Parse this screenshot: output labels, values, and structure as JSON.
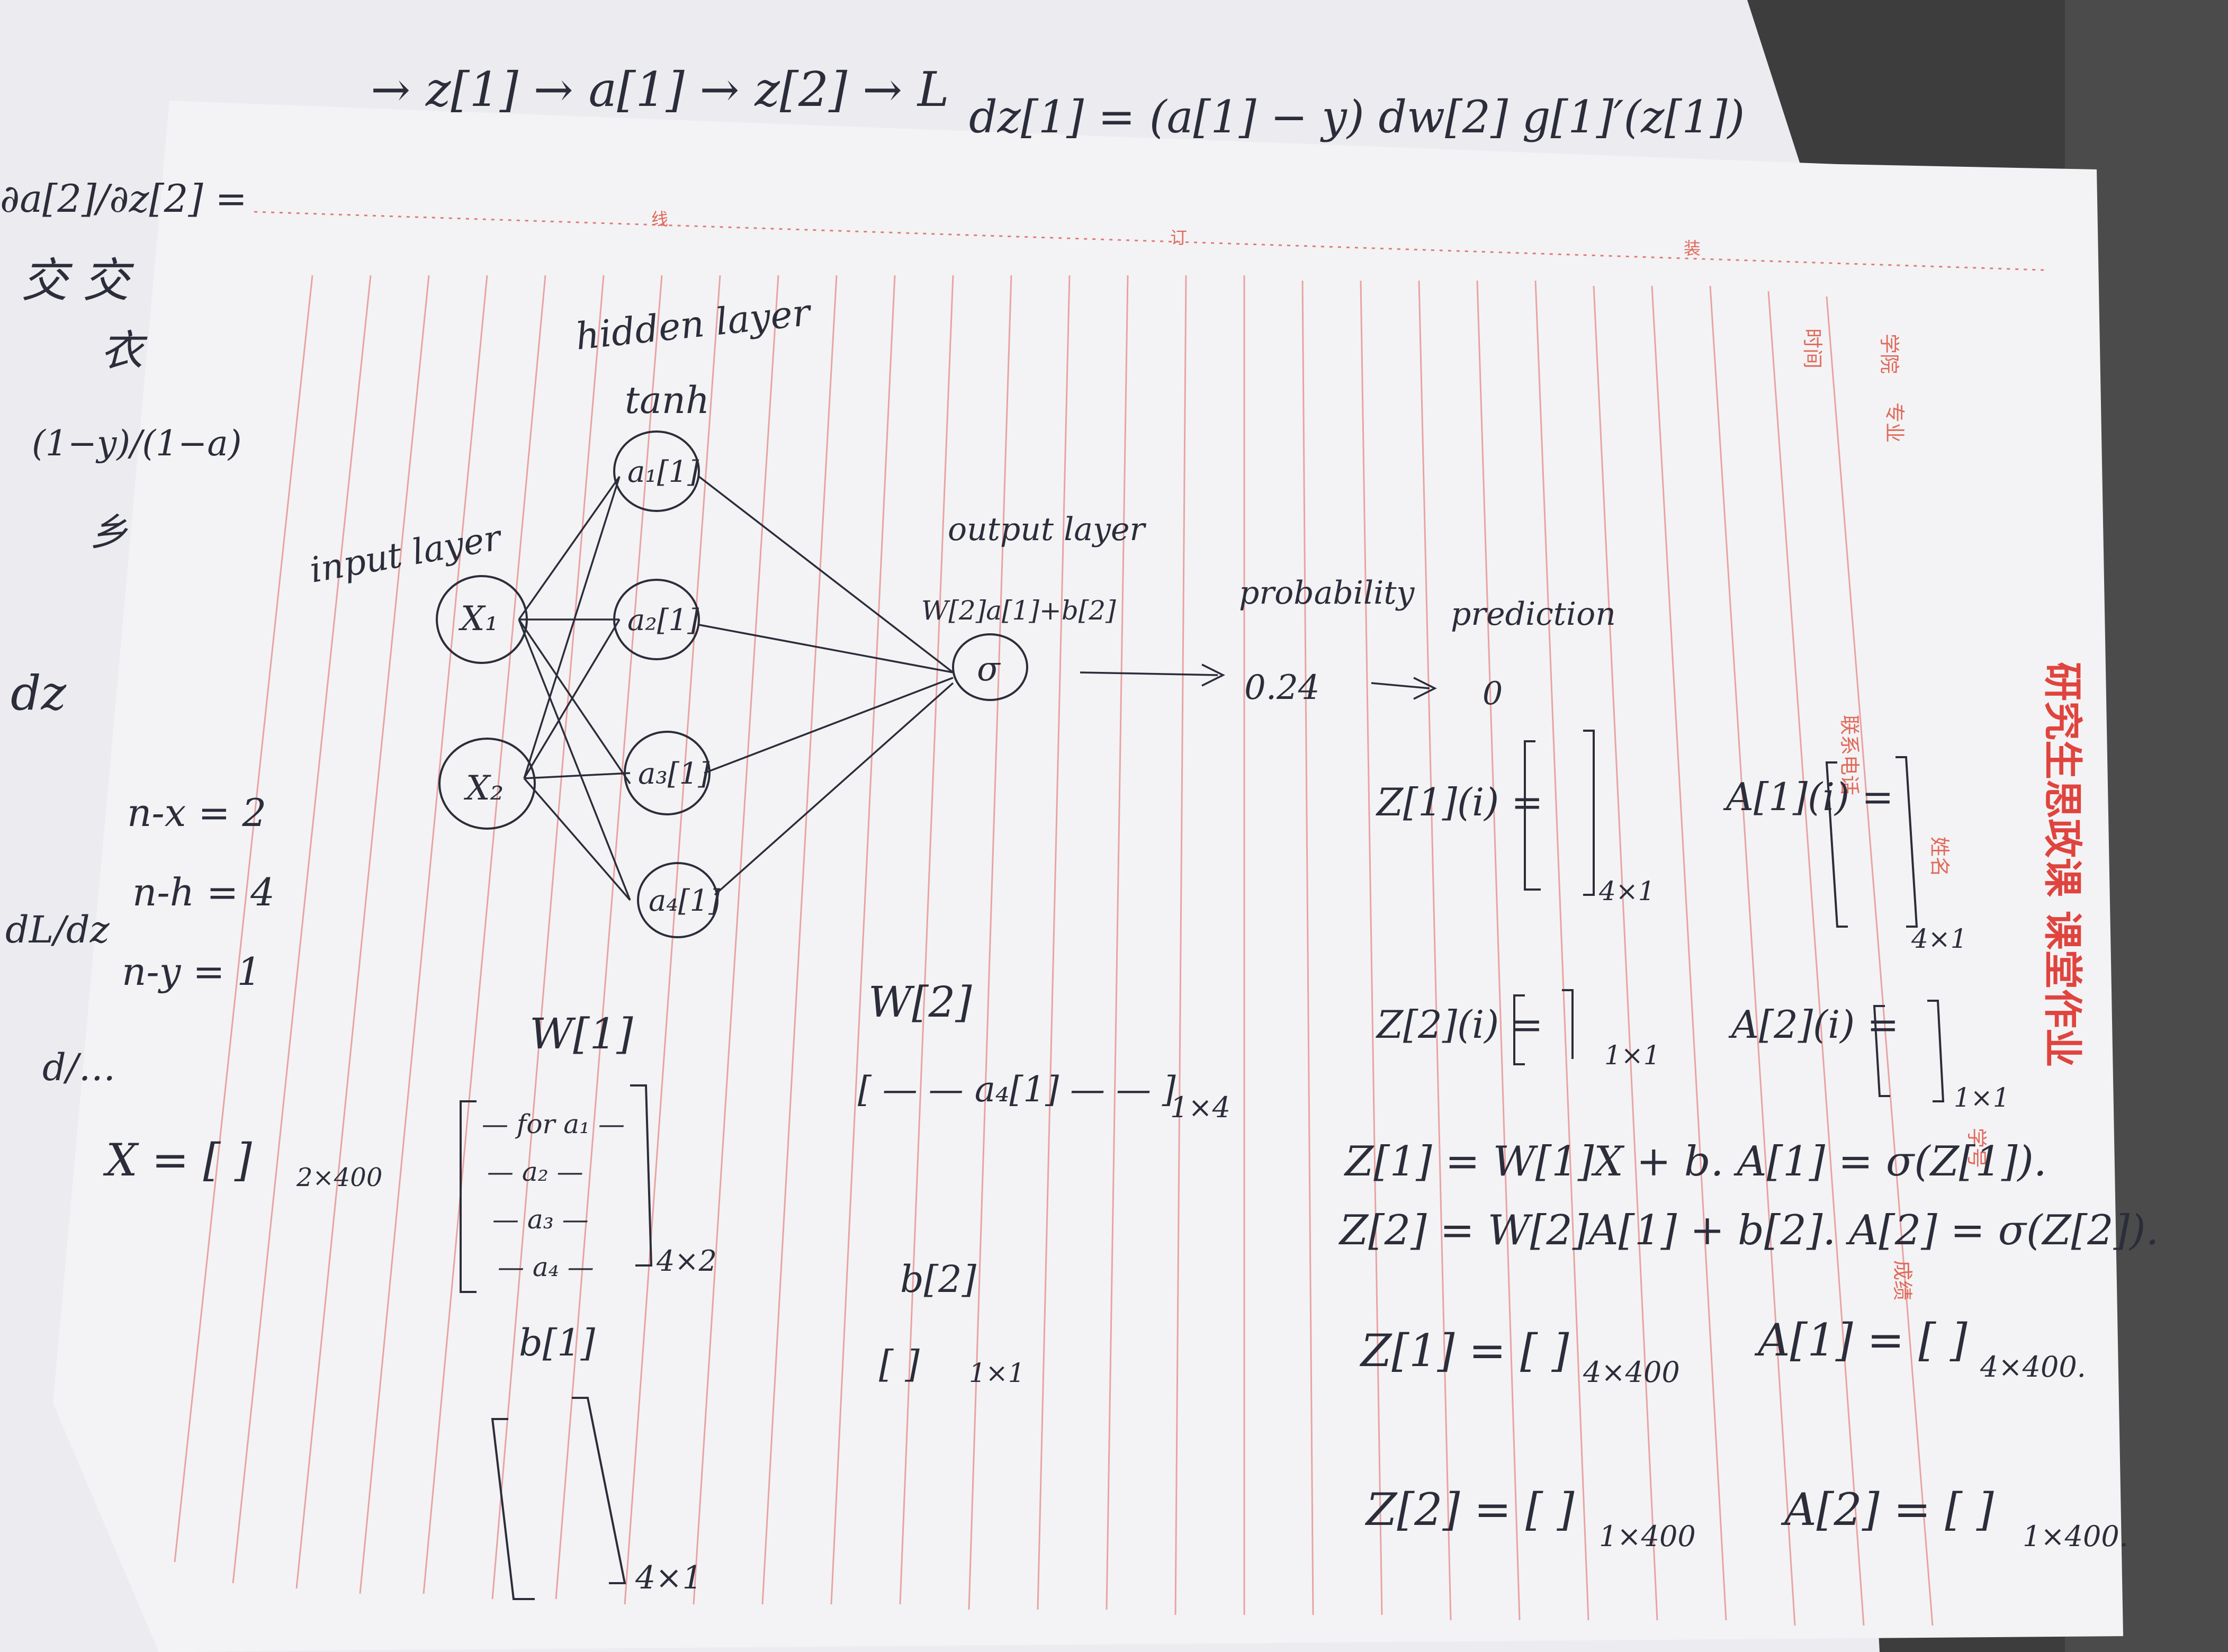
{
  "sheet_header": {
    "institution_lines": [
      "学院",
      "专业"
    ],
    "time_label": "时间",
    "name_label": "姓名",
    "phone_label": "联系电话",
    "student_id_label": "学号",
    "grade_label": "成绩",
    "title": "研究生思政课 课堂作业",
    "binding_marks": [
      "线",
      "订",
      "装"
    ]
  },
  "back_sheet": {
    "top_chain": "→ z[1] → a[1] → z[2] → L",
    "derivative": "dz[1] = (a[1] − y) dw[2] g[1]′(z[1])",
    "left_notes": [
      "∂a[2]/∂z[2] =",
      "交 交",
      "衣",
      "(1−y)/(1−a)",
      "乡",
      "dz",
      "dL/dz",
      "d/…"
    ]
  },
  "network": {
    "hidden_label": "hidden layer",
    "hidden_activation": "tanh",
    "input_label": "input layer",
    "output_label": "output layer",
    "output_formula": "W[2]a[1]+b[2]",
    "probability_label": "probability",
    "probability_value": "0.24",
    "prediction_label": "prediction",
    "prediction_value": "0",
    "inputs": [
      "X₁",
      "X₂"
    ],
    "hidden_units": [
      "a₁[1]",
      "a₂[1]",
      "a₃[1]",
      "a₄[1]"
    ],
    "output_unit": "σ"
  },
  "dims": {
    "nx": "n-x = 2",
    "nh": "n-h = 4",
    "ny": "n-y = 1",
    "X": "X = [        ]",
    "X_shape": "2×400"
  },
  "matrices": {
    "W1_label": "W[1]",
    "W1_rows": [
      "— for a₁ —",
      "— a₂ —",
      "— a₃ —",
      "— a₄ —"
    ],
    "W1_shape": "4×2",
    "b1_label": "b[1]",
    "b1_shape": "4×1",
    "W2_label": "W[2]",
    "W2_row": "[ — — a₄[1] — — ]",
    "W2_shape": "1×4",
    "b2_label": "b[2]",
    "b2_row": "[ ]",
    "b2_shape": "1×1"
  },
  "equations": {
    "z1i": "Z[1](i) =",
    "z1i_shape": "4×1",
    "a1i": "A[1](i) =",
    "a1i_shape": "4×1",
    "z2i": "Z[2](i) =",
    "z2i_shape": "1×1",
    "a2i": "A[2](i) =",
    "a2i_shape": "1×1",
    "eq1": "Z[1] = W[1]X + b.   A[1] = σ(Z[1]).",
    "eq2": "Z[2] = W[2]A[1] + b[2].   A[2] = σ(Z[2]).",
    "z1": "Z[1] = [ ]",
    "z1_shape": "4×400",
    "a1": "A[1] = [ ]",
    "a1_shape": "4×400.",
    "z2": "Z[2] = [ ]",
    "z2_shape": "1×400",
    "a2": "A[2] = [ ]",
    "a2_shape": "1×400."
  },
  "colors": {
    "desk": "#3a3a3a",
    "paper_back": "#eeeef2",
    "paper_front": "#f4f4f6",
    "rule_red": "#e79a9a",
    "ink": "#2b2d3a",
    "title_red": "#e0443e"
  }
}
